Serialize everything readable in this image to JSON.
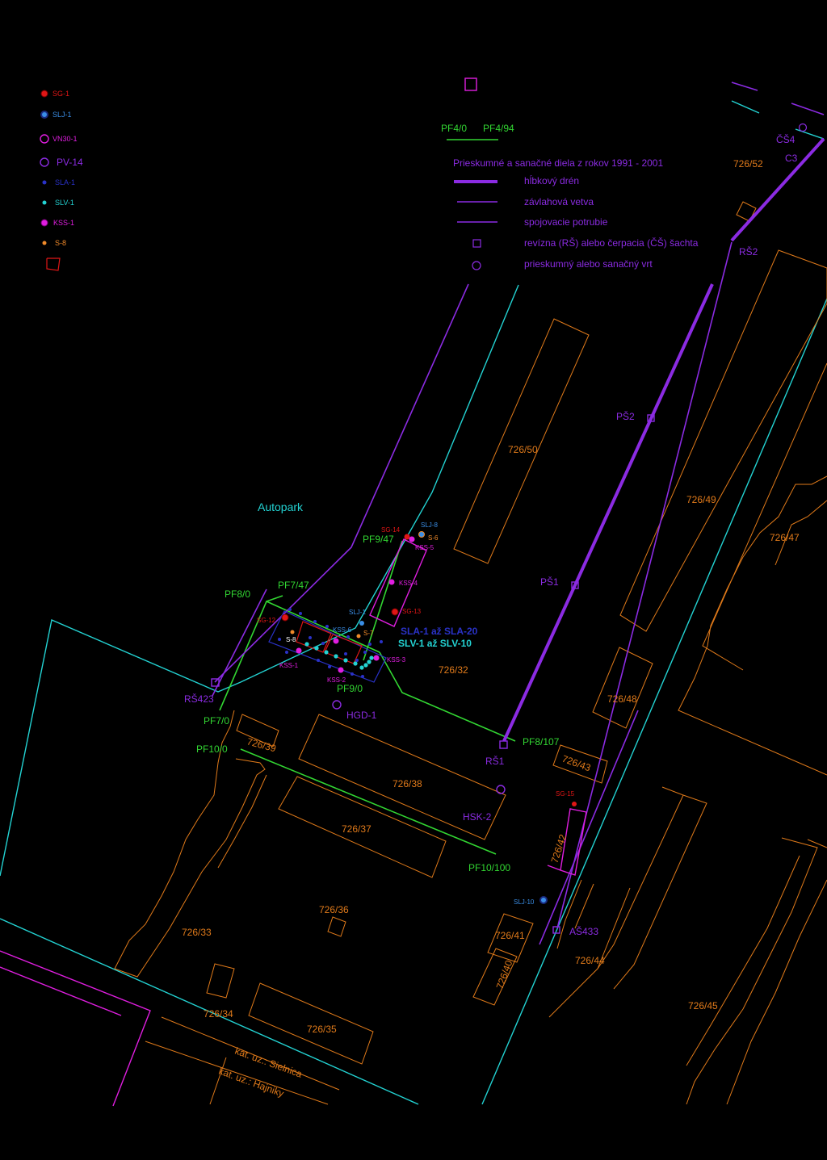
{
  "colors": {
    "background": "#000000",
    "parcel": "#e07a1a",
    "profile": "#32d632",
    "drain": "#8b2be2",
    "boundary": "#23d3d3",
    "cadastral": "#e01ee0",
    "sg": "#e01616",
    "slj": "#3a8ee6",
    "sla": "#2a32c8",
    "slv": "#23d3d3",
    "kss": "#e01ee0",
    "s": "#f08a2a"
  },
  "symbol_legend": {
    "sg": "SG-1",
    "slj": "SLJ-1",
    "vn": "VN30-1",
    "pv": "PV-14",
    "sla": "SLA-1",
    "slv": "SLV-1",
    "kss": "KSS-1",
    "s": "S-8"
  },
  "profile_legend": {
    "start": "PF4/0",
    "end": "PF4/94"
  },
  "works_legend": {
    "title": "Prieskumné a sanačné diela z rokov 1991 - 2001",
    "items": [
      {
        "icon": "thick-line",
        "label": "hĺbkový drén"
      },
      {
        "icon": "thin-line",
        "label": "závlahová vetva"
      },
      {
        "icon": "thin-line",
        "label": "spojovacie potrubie"
      },
      {
        "icon": "square",
        "label": "revízna (RŠ) alebo čerpacia (ČŠ) šachta"
      },
      {
        "icon": "circle",
        "label": "prieskumný alebo sanačný vrt"
      }
    ]
  },
  "labels": {
    "autopark": "Autopark",
    "cs4": "ČŠ4",
    "c3": "C3",
    "rs2": "RŠ2",
    "ps2": "PŠ2",
    "ps1": "PŠ1",
    "rs1": "RŠ1",
    "rs423": "RŠ423",
    "as433": "AŠ433",
    "hgd1": "HGD-1",
    "hsk2": "HSK-2",
    "sla_range": "SLA-1 až SLA-20",
    "slv_range": "SLV-1 až SLV-10"
  },
  "profiles": {
    "pf9_47": "PF9/47",
    "pf7_47": "PF7/47",
    "pf8_0": "PF8/0",
    "pf9_0": "PF9/0",
    "pf7_0": "PF7/0",
    "pf10_0": "PF10/0",
    "pf8_107": "PF8/107",
    "pf10_100": "PF10/100"
  },
  "wells": {
    "sg14": "SG-14",
    "slj8": "SLJ-8",
    "s6": "S-6",
    "kss5": "KSS-5",
    "kss4": "KSS-4",
    "sg13": "SG-13",
    "sg12": "SG-12",
    "slj1b": "SLJ-1",
    "kss6": "KSS-6",
    "s7": "S-7",
    "s8": "S-8",
    "kss1": "KSS-1",
    "kss2": "KSS-2",
    "kss3": "KSS-3",
    "sg15": "SG-15",
    "slj10": "SLJ-10"
  },
  "parcels": {
    "p52": "726/52",
    "p50": "726/50",
    "p49": "726/49",
    "p47": "726/47",
    "p32": "726/32",
    "p48": "726/48",
    "p39": "726/39",
    "p43": "726/43",
    "p38": "726/38",
    "p37": "726/37",
    "p42": "726/42",
    "p36": "726/36",
    "p33": "726/33",
    "p41": "726/41",
    "p44": "726/44",
    "p40": "726/40",
    "p45": "726/45",
    "p34": "726/34",
    "p35": "726/35"
  },
  "cadastral": {
    "sielnica": "kat. uz.: Sielnica",
    "hajniky": "kat. uz.: Hajniky"
  }
}
